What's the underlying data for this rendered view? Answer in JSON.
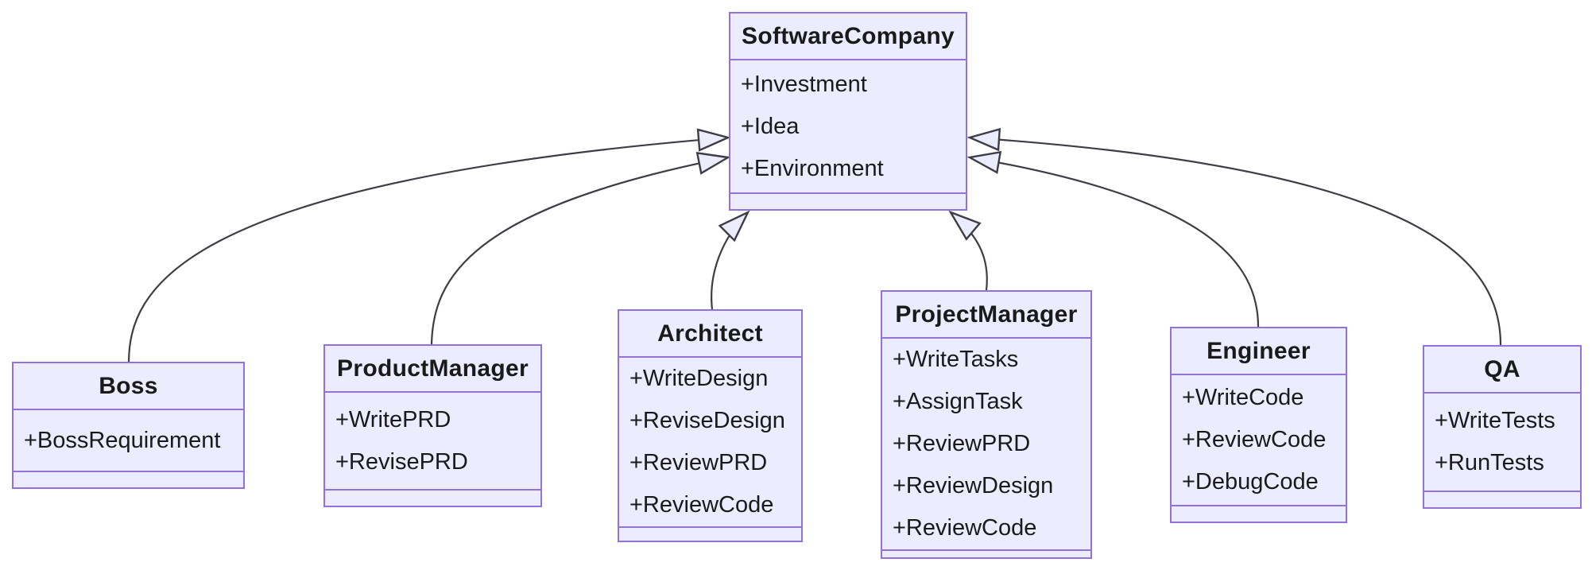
{
  "diagram": {
    "kind": "uml-class-diagram",
    "colors": {
      "node_fill": "#ECECFF",
      "node_border": "#9370DB",
      "edge_stroke": "#3d3d46",
      "text": "#1a1a1a",
      "background": "#ffffff"
    },
    "classes": {
      "software_company": {
        "name": "SoftwareCompany",
        "members": [
          "+Investment",
          "+Idea",
          "+Environment"
        ]
      },
      "boss": {
        "name": "Boss",
        "members": [
          "+BossRequirement"
        ]
      },
      "product_manager": {
        "name": "ProductManager",
        "members": [
          "+WritePRD",
          "+RevisePRD"
        ]
      },
      "architect": {
        "name": "Architect",
        "members": [
          "+WriteDesign",
          "+ReviseDesign",
          "+ReviewPRD",
          "+ReviewCode"
        ]
      },
      "project_manager": {
        "name": "ProjectManager",
        "members": [
          "+WriteTasks",
          "+AssignTask",
          "+ReviewPRD",
          "+ReviewDesign",
          "+ReviewCode"
        ]
      },
      "engineer": {
        "name": "Engineer",
        "members": [
          "+WriteCode",
          "+ReviewCode",
          "+DebugCode"
        ]
      },
      "qa": {
        "name": "QA",
        "members": [
          "+WriteTests",
          "+RunTests"
        ]
      }
    },
    "relations": [
      {
        "from": "Boss",
        "to": "SoftwareCompany",
        "type": "inheritance"
      },
      {
        "from": "ProductManager",
        "to": "SoftwareCompany",
        "type": "inheritance"
      },
      {
        "from": "Architect",
        "to": "SoftwareCompany",
        "type": "inheritance"
      },
      {
        "from": "ProjectManager",
        "to": "SoftwareCompany",
        "type": "inheritance"
      },
      {
        "from": "Engineer",
        "to": "SoftwareCompany",
        "type": "inheritance"
      },
      {
        "from": "QA",
        "to": "SoftwareCompany",
        "type": "inheritance"
      }
    ]
  }
}
